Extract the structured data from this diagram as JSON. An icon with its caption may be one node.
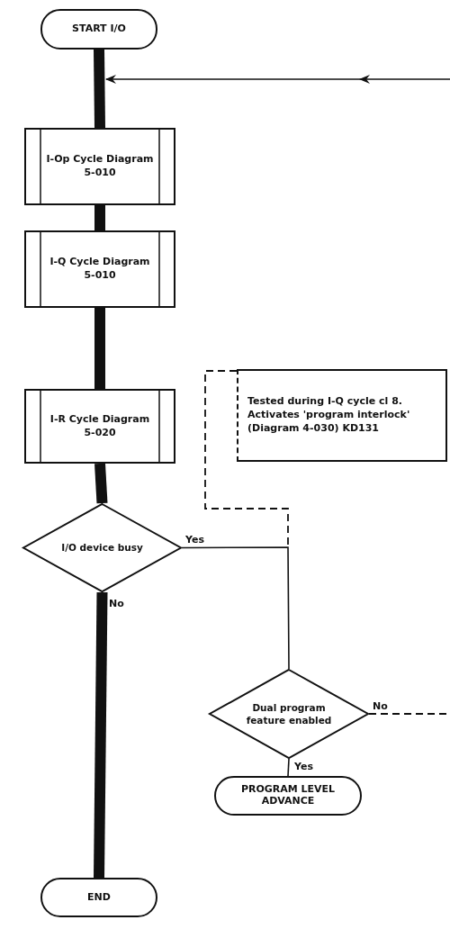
{
  "diagram": {
    "nodes": [
      {
        "text": [
          "START I/O"
        ]
      },
      {
        "text": [
          "I-Op Cycle Diagram 5-010"
        ]
      },
      {
        "text": [
          "I-Q Cycle Diagram 5-010"
        ]
      },
      {
        "text": [
          "Tested during I-Q cycle cl 8. Activates 'program interlock' (Diagram 4-030) KD131"
        ]
      },
      {
        "text": [
          "I-R Cycle Diagram 5-020"
        ]
      },
      {
        "text": [
          "I/O device busy"
        ]
      },
      {
        "text": [
          "Dual program feature enabled"
        ]
      },
      {
        "text": [
          "PROGRAM LEVEL ADVANCE"
        ]
      },
      {
        "text": [
          "END"
        ]
      }
    ],
    "edges": [
      {
        "from": 0,
        "to": 1,
        "arrow": "none",
        "style": "thick"
      },
      {
        "from": 1,
        "to": 2,
        "arrow": "none",
        "style": "thick"
      },
      {
        "from": 2,
        "to": 4,
        "arrow": "none",
        "style": "thick"
      },
      {
        "from": 4,
        "to": 5,
        "arrow": "none",
        "style": "thick"
      },
      {
        "from": 5,
        "to": 8,
        "arrow": "none",
        "style": "thick",
        "label": "No"
      },
      {
        "from": 5,
        "to": 6,
        "arrow": "none",
        "label": "Yes"
      },
      {
        "from": 6,
        "to": 7,
        "arrow": "none",
        "label": "Yes"
      },
      {
        "from": 6,
        "to": null,
        "arrow": "none",
        "style": "dashed",
        "label": "No"
      },
      {
        "from": null,
        "to": 1,
        "arrow": "to"
      },
      {
        "from": 3,
        "to": null,
        "arrow": "none",
        "style": "dashed"
      }
    ]
  }
}
